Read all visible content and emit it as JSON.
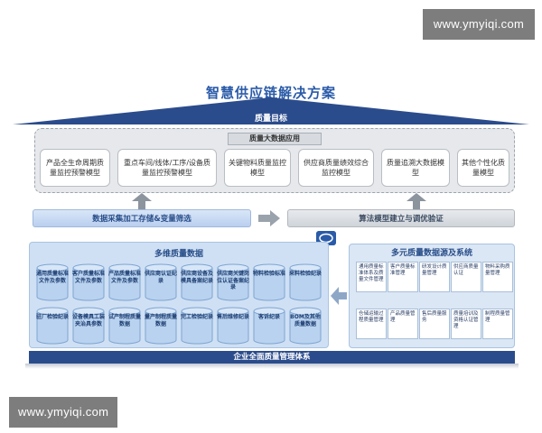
{
  "watermark": {
    "top": "www.ymyiqi.com",
    "bottom": "www.ymyiqi.com"
  },
  "title": "智慧供应链解决方案",
  "goal": "质量目标",
  "applications": {
    "title": "质量大数据应用",
    "items": [
      "产品全生命周期质量监控预警模型",
      "重点车间/线体/工序/设备质量监控预警模型",
      "关键物料质量监控模型",
      "供应商质量绩效综合监控模型",
      "质量追溯大数据模型",
      "其他个性化质量模型"
    ]
  },
  "bands": {
    "left": "数据采集加工存储&变量筛选",
    "right": "算法模型建立与调优验证"
  },
  "multidim": {
    "title": "多维质量数据",
    "items": [
      "通用质量标准文件及参数",
      "客户质量标准文件及参数",
      "产品质量标准文件及参数",
      "供应商认证纪录",
      "供应商设备及模具备案纪录",
      "供应商关键岗位认证备案纪录",
      "物料检验标准",
      "来料检验纪录",
      "驻厂检验纪录",
      "设备模具工装夹治具参数",
      "试产制程质量数据",
      "量产制程质量数据",
      "完工检验纪录",
      "售后维修纪录",
      "客诉纪录",
      "BOM及其他质量数据"
    ]
  },
  "sources": {
    "title": "多元质量数据源及系统",
    "items": [
      "通用质量标准体系及质量文件管理",
      "客户质量标准管理",
      "研发设计质量管理",
      "供应商质量认证",
      "物料采购质量管理",
      "仓储运输过程质量管理",
      "产品质量管理",
      "售后质量服务",
      "质量培训及资格认证管理",
      "制程质量管理"
    ]
  },
  "base": "企业全面质量管理体系"
}
